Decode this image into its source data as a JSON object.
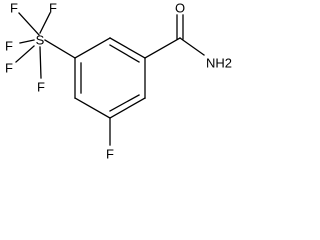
{
  "molecule": {
    "atoms": {
      "oxygen": "O",
      "amide_nitrogen": "NH2",
      "ring_fluorine": "F",
      "sulfur": "S",
      "f_top_left": "F",
      "f_top_right": "F",
      "f_left": "F",
      "f_bottom_left": "F",
      "f_bottom_right": "F"
    }
  }
}
